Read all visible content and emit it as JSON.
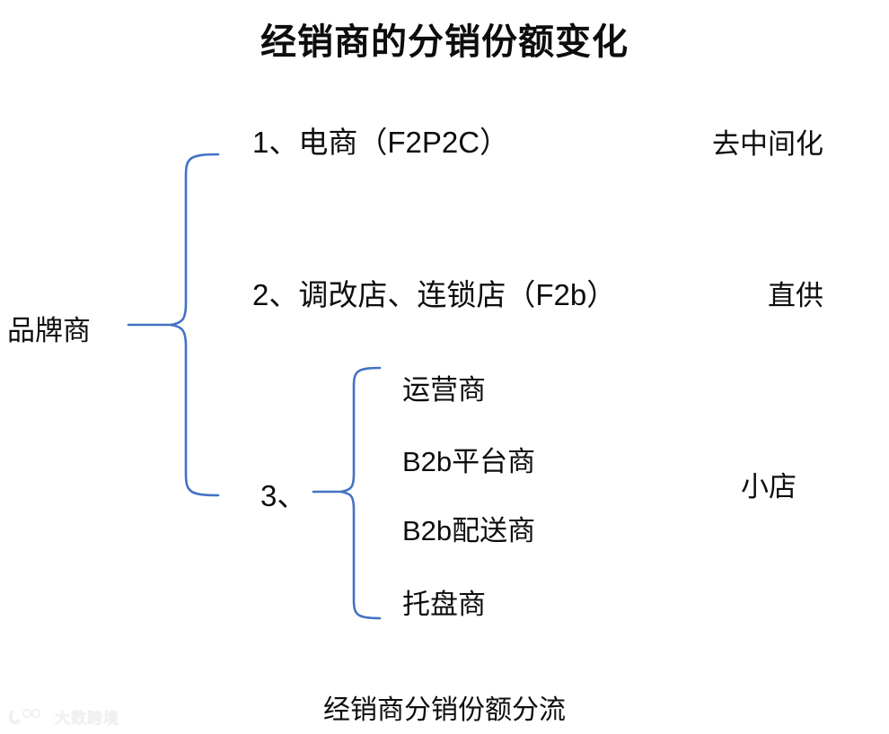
{
  "diagram": {
    "title": "经销商的分销份额变化",
    "caption": "经销商分销份额分流",
    "root": {
      "label": "品牌商"
    },
    "branches": [
      {
        "label": "1、电商（F2P2C）",
        "outcome": "去中间化"
      },
      {
        "label": "2、调改店、连锁店（F2b）",
        "outcome": "直供"
      },
      {
        "label": "3、",
        "outcome": "小店",
        "sub_items": [
          "运营商",
          "B2b平台商",
          "B2b配送商",
          "托盘商"
        ]
      }
    ]
  },
  "colors": {
    "brace": "#4472C4",
    "text": "#0D0D0D",
    "background": "#FFFFFF",
    "watermark": "#EFEFEF"
  },
  "watermark": {
    "text": "大数跨境",
    "logo_icon": "brand-mark-icon"
  }
}
